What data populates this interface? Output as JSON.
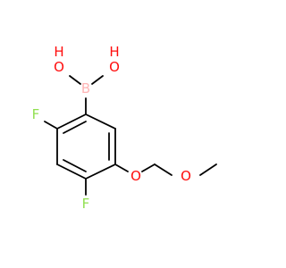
{
  "molecule": {
    "atoms": [
      {
        "id": "O1",
        "label": "O"
      },
      {
        "id": "H1",
        "label": "H"
      },
      {
        "id": "O2",
        "label": "O"
      },
      {
        "id": "H2",
        "label": "H"
      },
      {
        "id": "B",
        "label": "B"
      },
      {
        "id": "F1",
        "label": "F"
      },
      {
        "id": "F2",
        "label": "F"
      },
      {
        "id": "O3",
        "label": "O"
      },
      {
        "id": "O4",
        "label": "O"
      }
    ],
    "colors": {
      "bond": "#000000",
      "oxygen": "#ff0d0d",
      "boron": "#ffb5b5",
      "fluorine": "#90e050"
    }
  }
}
